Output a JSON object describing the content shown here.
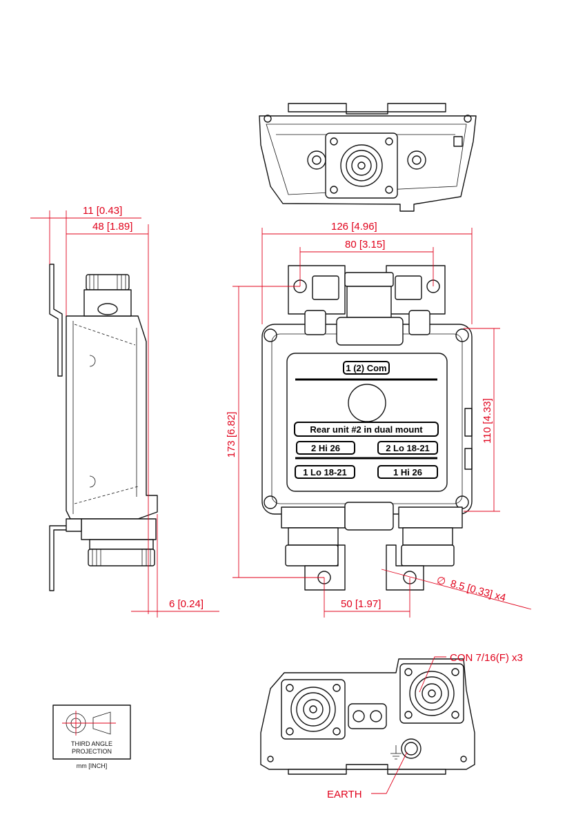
{
  "dimensions": {
    "side_11": "11 [0.43]",
    "side_48": "48 [1.89]",
    "side_6": "6 [0.24]",
    "front_126": "126 [4.96]",
    "front_80": "80 [3.15]",
    "front_173": "173 [6.82]",
    "front_110": "110 [4.33]",
    "front_50": "50 [1.97]",
    "hole_dia": "8.5 [0.33] x4",
    "dia_symbol": "∅"
  },
  "callouts": {
    "connector": "CON 7/16(F) x3",
    "earth": "EARTH"
  },
  "labels": {
    "top": "1 (2) Com",
    "mount": "Rear unit #2 in dual mount",
    "hi2": "2 Hi 26",
    "lo2": "2 Lo 18-21",
    "lo1": "1 Lo 18-21",
    "hi1": "1 Hi 26"
  },
  "projection": {
    "title_line1": "THIRD ANGLE",
    "title_line2": "PROJECTION",
    "units": "mm [INCH]"
  },
  "colors": {
    "dimension": "#e0001a",
    "outline": "#111111"
  }
}
